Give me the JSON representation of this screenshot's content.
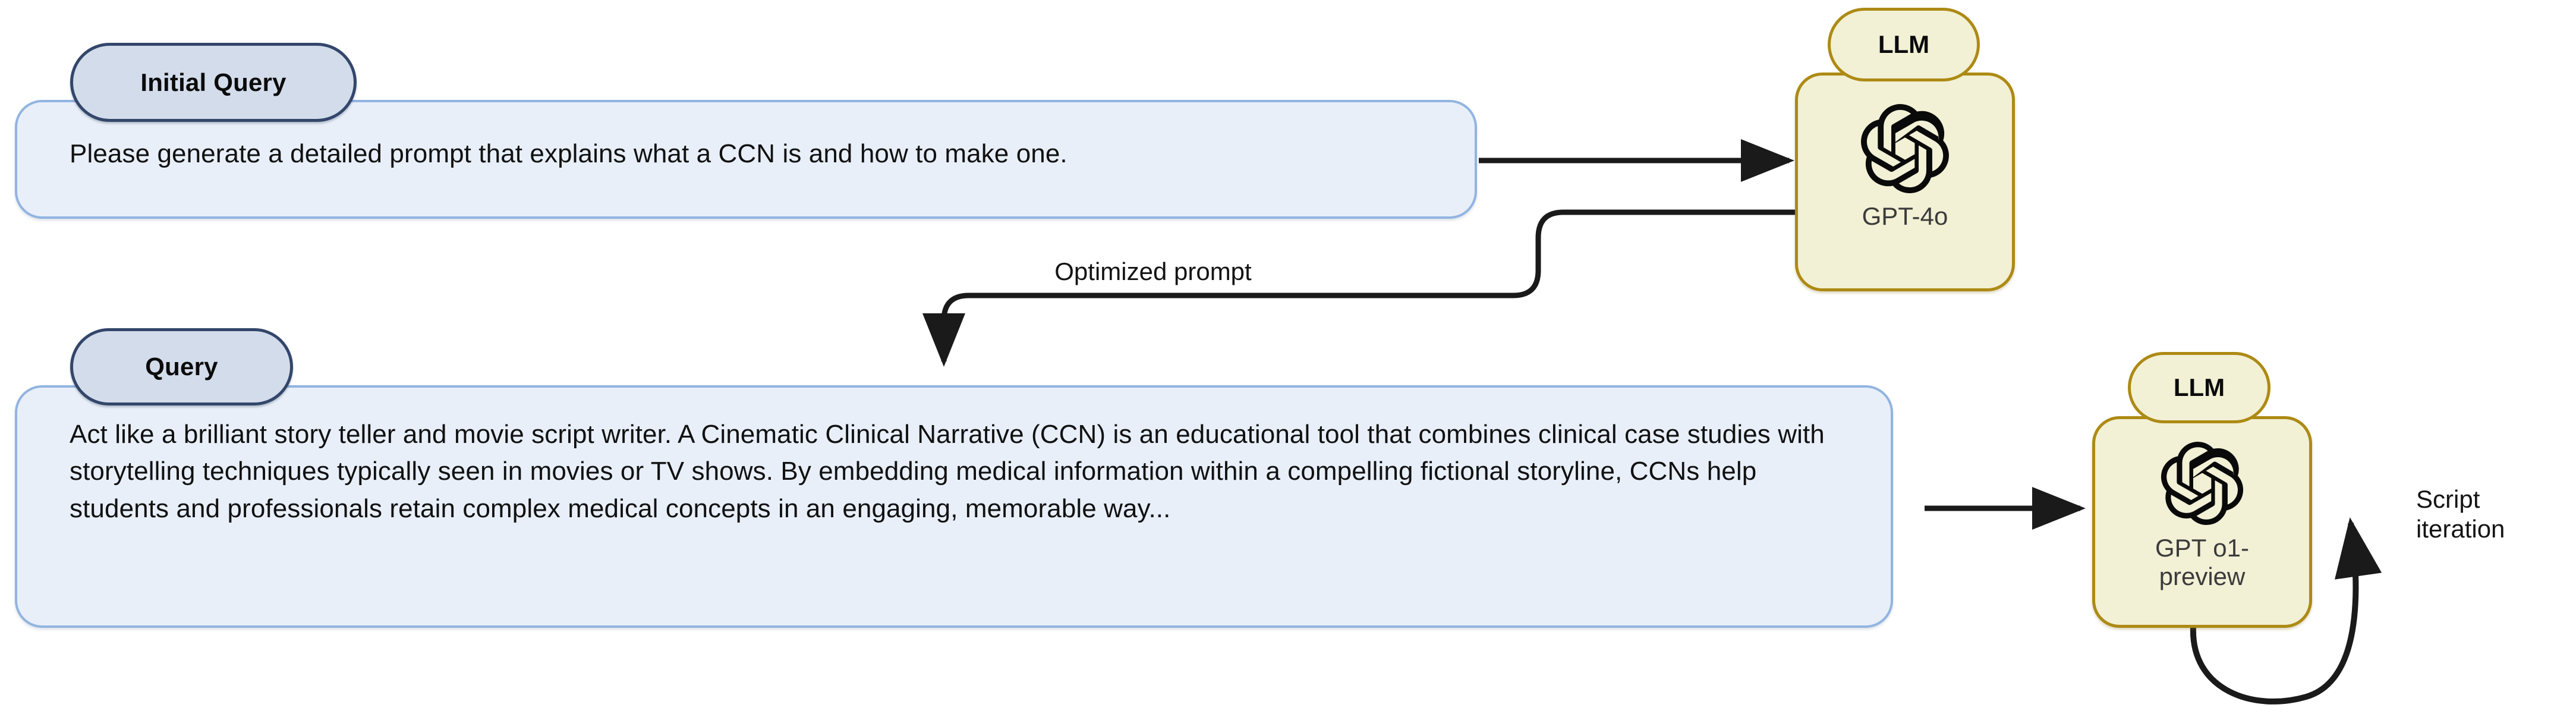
{
  "diagram": {
    "title": "CCN prompt optimization and script iteration pipeline",
    "colors": {
      "query_fill": "#E8EFF9",
      "query_border": "#92B4E0",
      "badge_fill": "#D3DCEA",
      "badge_border": "#33466B",
      "llm_fill": "#F2F0D5",
      "llm_border": "#AD8A14",
      "connector": "#1A1A1A",
      "background": "#FFFFFF"
    }
  },
  "initial_query": {
    "badge_label": "Initial Query",
    "text": "Please generate a detailed prompt that explains what a CCN is and how to make one."
  },
  "optimized_query": {
    "badge_label": "Query",
    "text": "Act like a brilliant story teller and movie script writer. A Cinematic Clinical Narrative (CCN) is an educational tool that combines clinical case studies with storytelling techniques typically seen in movies or TV shows. By embedding medical information within a compelling fictional storyline, CCNs help students and professionals retain complex medical concepts in an engaging, memorable way..."
  },
  "models": [
    {
      "badge_label": "LLM",
      "name": "GPT-4o",
      "logo": "openai-logo"
    },
    {
      "badge_label": "LLM",
      "name": "GPT o1-preview",
      "name_line1": "GPT o1-",
      "name_line2": "preview",
      "logo": "openai-logo"
    }
  ],
  "edges": [
    {
      "label": "",
      "from": "initial-query",
      "to": "gpt-4o"
    },
    {
      "label": "Optimized prompt",
      "from": "gpt-4o",
      "to": "optimized-query"
    },
    {
      "label": "",
      "from": "optimized-query",
      "to": "gpt-o1-preview"
    },
    {
      "label": "Script\niteration",
      "from": "gpt-o1-preview",
      "to": "gpt-o1-preview"
    }
  ],
  "edge_labels": {
    "optimized_prompt": "Optimized prompt",
    "script_iteration": "Script\niteration"
  }
}
